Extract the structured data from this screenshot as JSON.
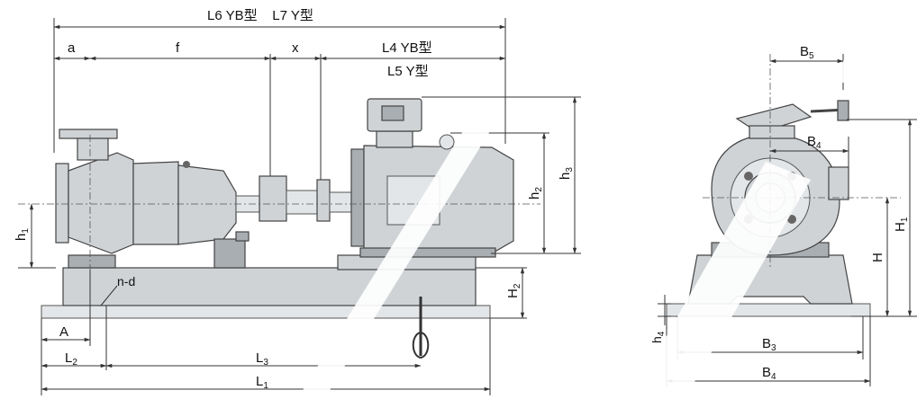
{
  "labels": {
    "top": "L6 YB型    L7 Y型",
    "a": "a",
    "f": "f",
    "x": "x",
    "l4": "L4 YB型",
    "l5": "L5 Y型",
    "h1_main": "h",
    "h1_sub": "1",
    "h2_main": "h",
    "h2_sub": "2",
    "h3_main": "h",
    "h3_sub": "3",
    "H2_main": "H",
    "H2_sub": "2",
    "nd": "n-d",
    "A": "A",
    "L2_main": "L",
    "L2_sub": "2",
    "L3_main": "L",
    "L3_sub": "3",
    "L1_main": "L",
    "L1_sub": "1",
    "B5_main": "B",
    "B5_sub": "5",
    "B4top_main": "B",
    "B4top_sub": "4",
    "H1_main": "H",
    "H1_sub": "1",
    "H_main": "H",
    "h4_main": "h",
    "h4_sub": "4",
    "B3_main": "B",
    "B3_sub": "3",
    "B4_main": "B",
    "B4_sub": "4"
  }
}
